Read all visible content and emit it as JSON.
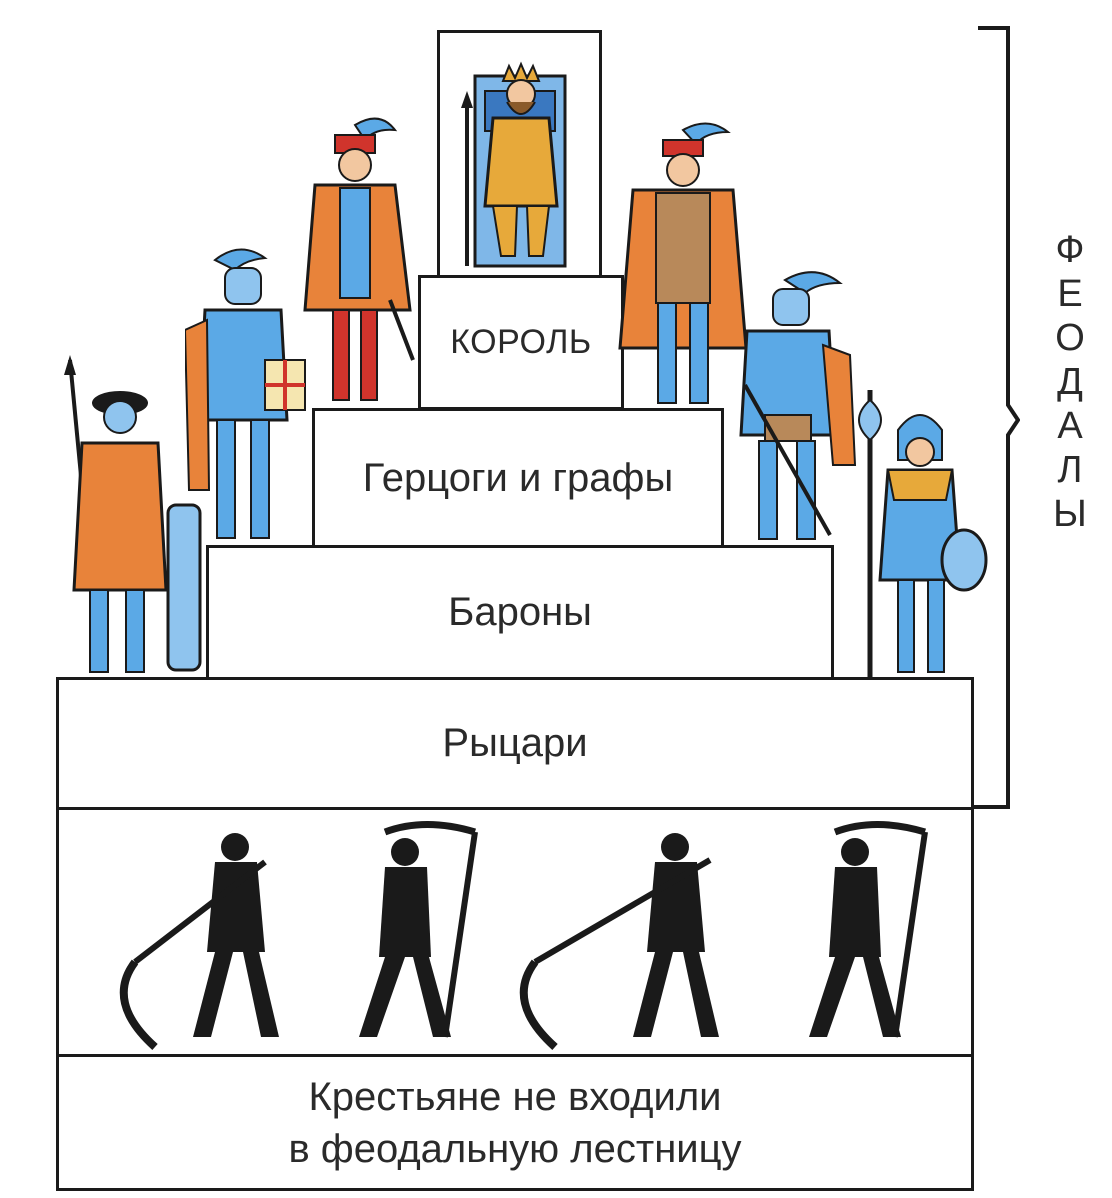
{
  "levels": {
    "king": "КОРОЛЬ",
    "dukes_counts": "Герцоги и графы",
    "barons": "Бароны",
    "knights": "Рыцари"
  },
  "peasants": {
    "line1": "Крестьяне не входили",
    "line2": "в феодальную лестницу"
  },
  "bracket_label": "ФЕОДАЛЫ",
  "colors": {
    "outline": "#1a1a1a",
    "orange": "#e8833a",
    "blue": "#5ba9e6",
    "red": "#d0342c",
    "gold": "#e7a93a"
  },
  "icons": [
    "king-on-throne-icon",
    "duke-figure-icon",
    "count-figure-icon",
    "knight-figure-icon",
    "peasant-reaper-icon"
  ]
}
